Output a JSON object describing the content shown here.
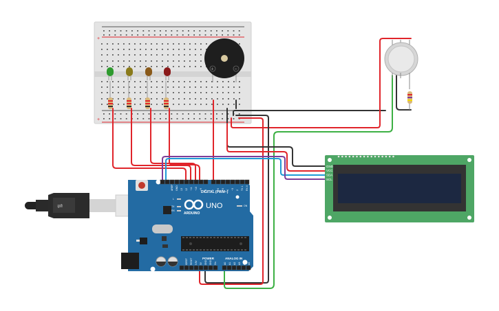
{
  "title": "Arduino UNO circuit with LEDs, buzzer, gas sensor and I2C LCD",
  "components": {
    "breadboard": {
      "name": "Breadboard Mini",
      "rail_plus": "+",
      "rail_minus": "-"
    },
    "leds": [
      {
        "color_name": "green",
        "color": "#2e9a2e"
      },
      {
        "color_name": "yellow",
        "color": "#8a7a1a"
      },
      {
        "color_name": "orange",
        "color": "#8a5a1a"
      },
      {
        "color_name": "red",
        "color": "#8a1a1a"
      }
    ],
    "buzzer": {
      "name": "Piezo",
      "plus": "+",
      "minus": "−"
    },
    "gas_sensor": {
      "name": "Gas Sensor"
    },
    "arduino": {
      "brand": "ARDUINO",
      "model": "UNO",
      "digital_label": "DIGITAL (PWM~)",
      "power_label": "POWER",
      "analog_label": "ANALOG IN",
      "on_label": "ON",
      "tx_label": "TX",
      "rx_label": "RX",
      "l_label": "L",
      "digital_pins": [
        "AREF",
        "GND",
        "13",
        "12",
        "~11",
        "~10",
        "~9",
        "8",
        "7",
        "~6",
        "~5",
        "4",
        "~3",
        "2",
        "TX 1",
        "RX 0"
      ],
      "power_pins": [
        "IOREF",
        "RESET",
        "3.3V",
        "5V",
        "GND",
        "GND",
        "Vin"
      ],
      "analog_pins": [
        "A0",
        "A1",
        "A2",
        "A3",
        "A4",
        "A5"
      ]
    },
    "lcd": {
      "name": "LCD 16x2 I2C",
      "pins": [
        "GND",
        "VCC",
        "SDA",
        "SCL"
      ],
      "screen_color": "#1c2841"
    }
  },
  "wire_colors": {
    "red": "#e0242a",
    "black": "#333333",
    "green": "#3cb043",
    "blue": "#1e9ad6",
    "purple": "#7d3c98"
  }
}
